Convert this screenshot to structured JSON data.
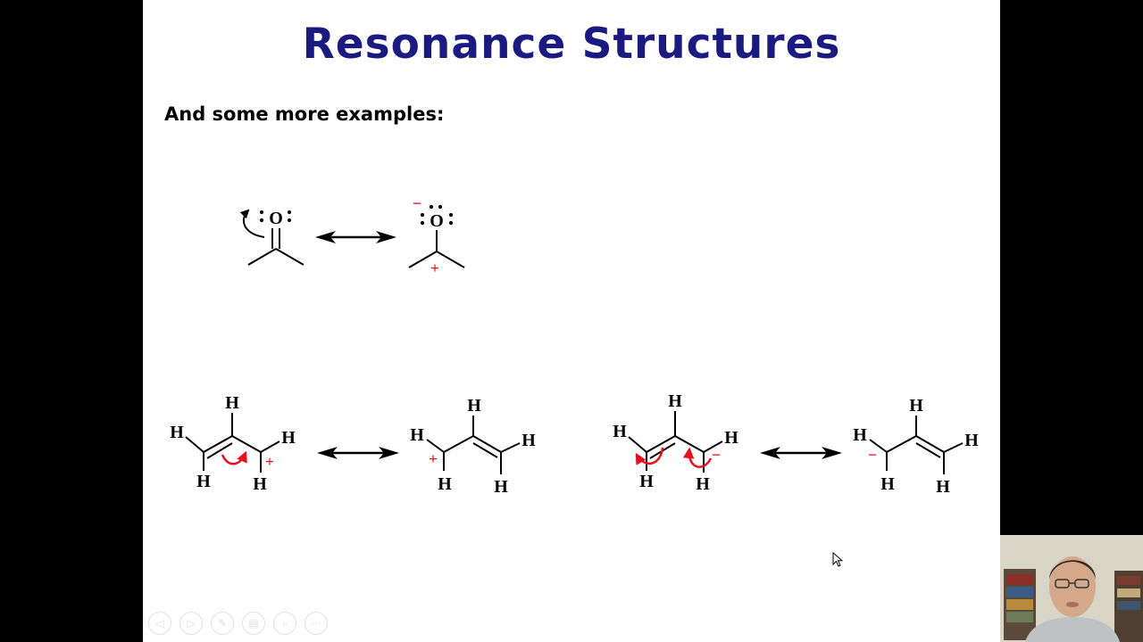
{
  "slide": {
    "title": "Resonance Structures",
    "subtitle": "And some more examples:",
    "title_color": "#1a1a80",
    "arrow_color": "#e8101c"
  },
  "labels": {
    "oxygen": "O",
    "hydrogen": "H",
    "plus": "+",
    "minus": "−"
  },
  "controls": [
    {
      "icon": "previous-icon",
      "glyph": "◁"
    },
    {
      "icon": "next-icon",
      "glyph": "▷"
    },
    {
      "icon": "pen-icon",
      "glyph": "✎"
    },
    {
      "icon": "slides-icon",
      "glyph": "▤"
    },
    {
      "icon": "zoom-icon",
      "glyph": "⌕"
    },
    {
      "icon": "more-icon",
      "glyph": "⋯"
    }
  ]
}
